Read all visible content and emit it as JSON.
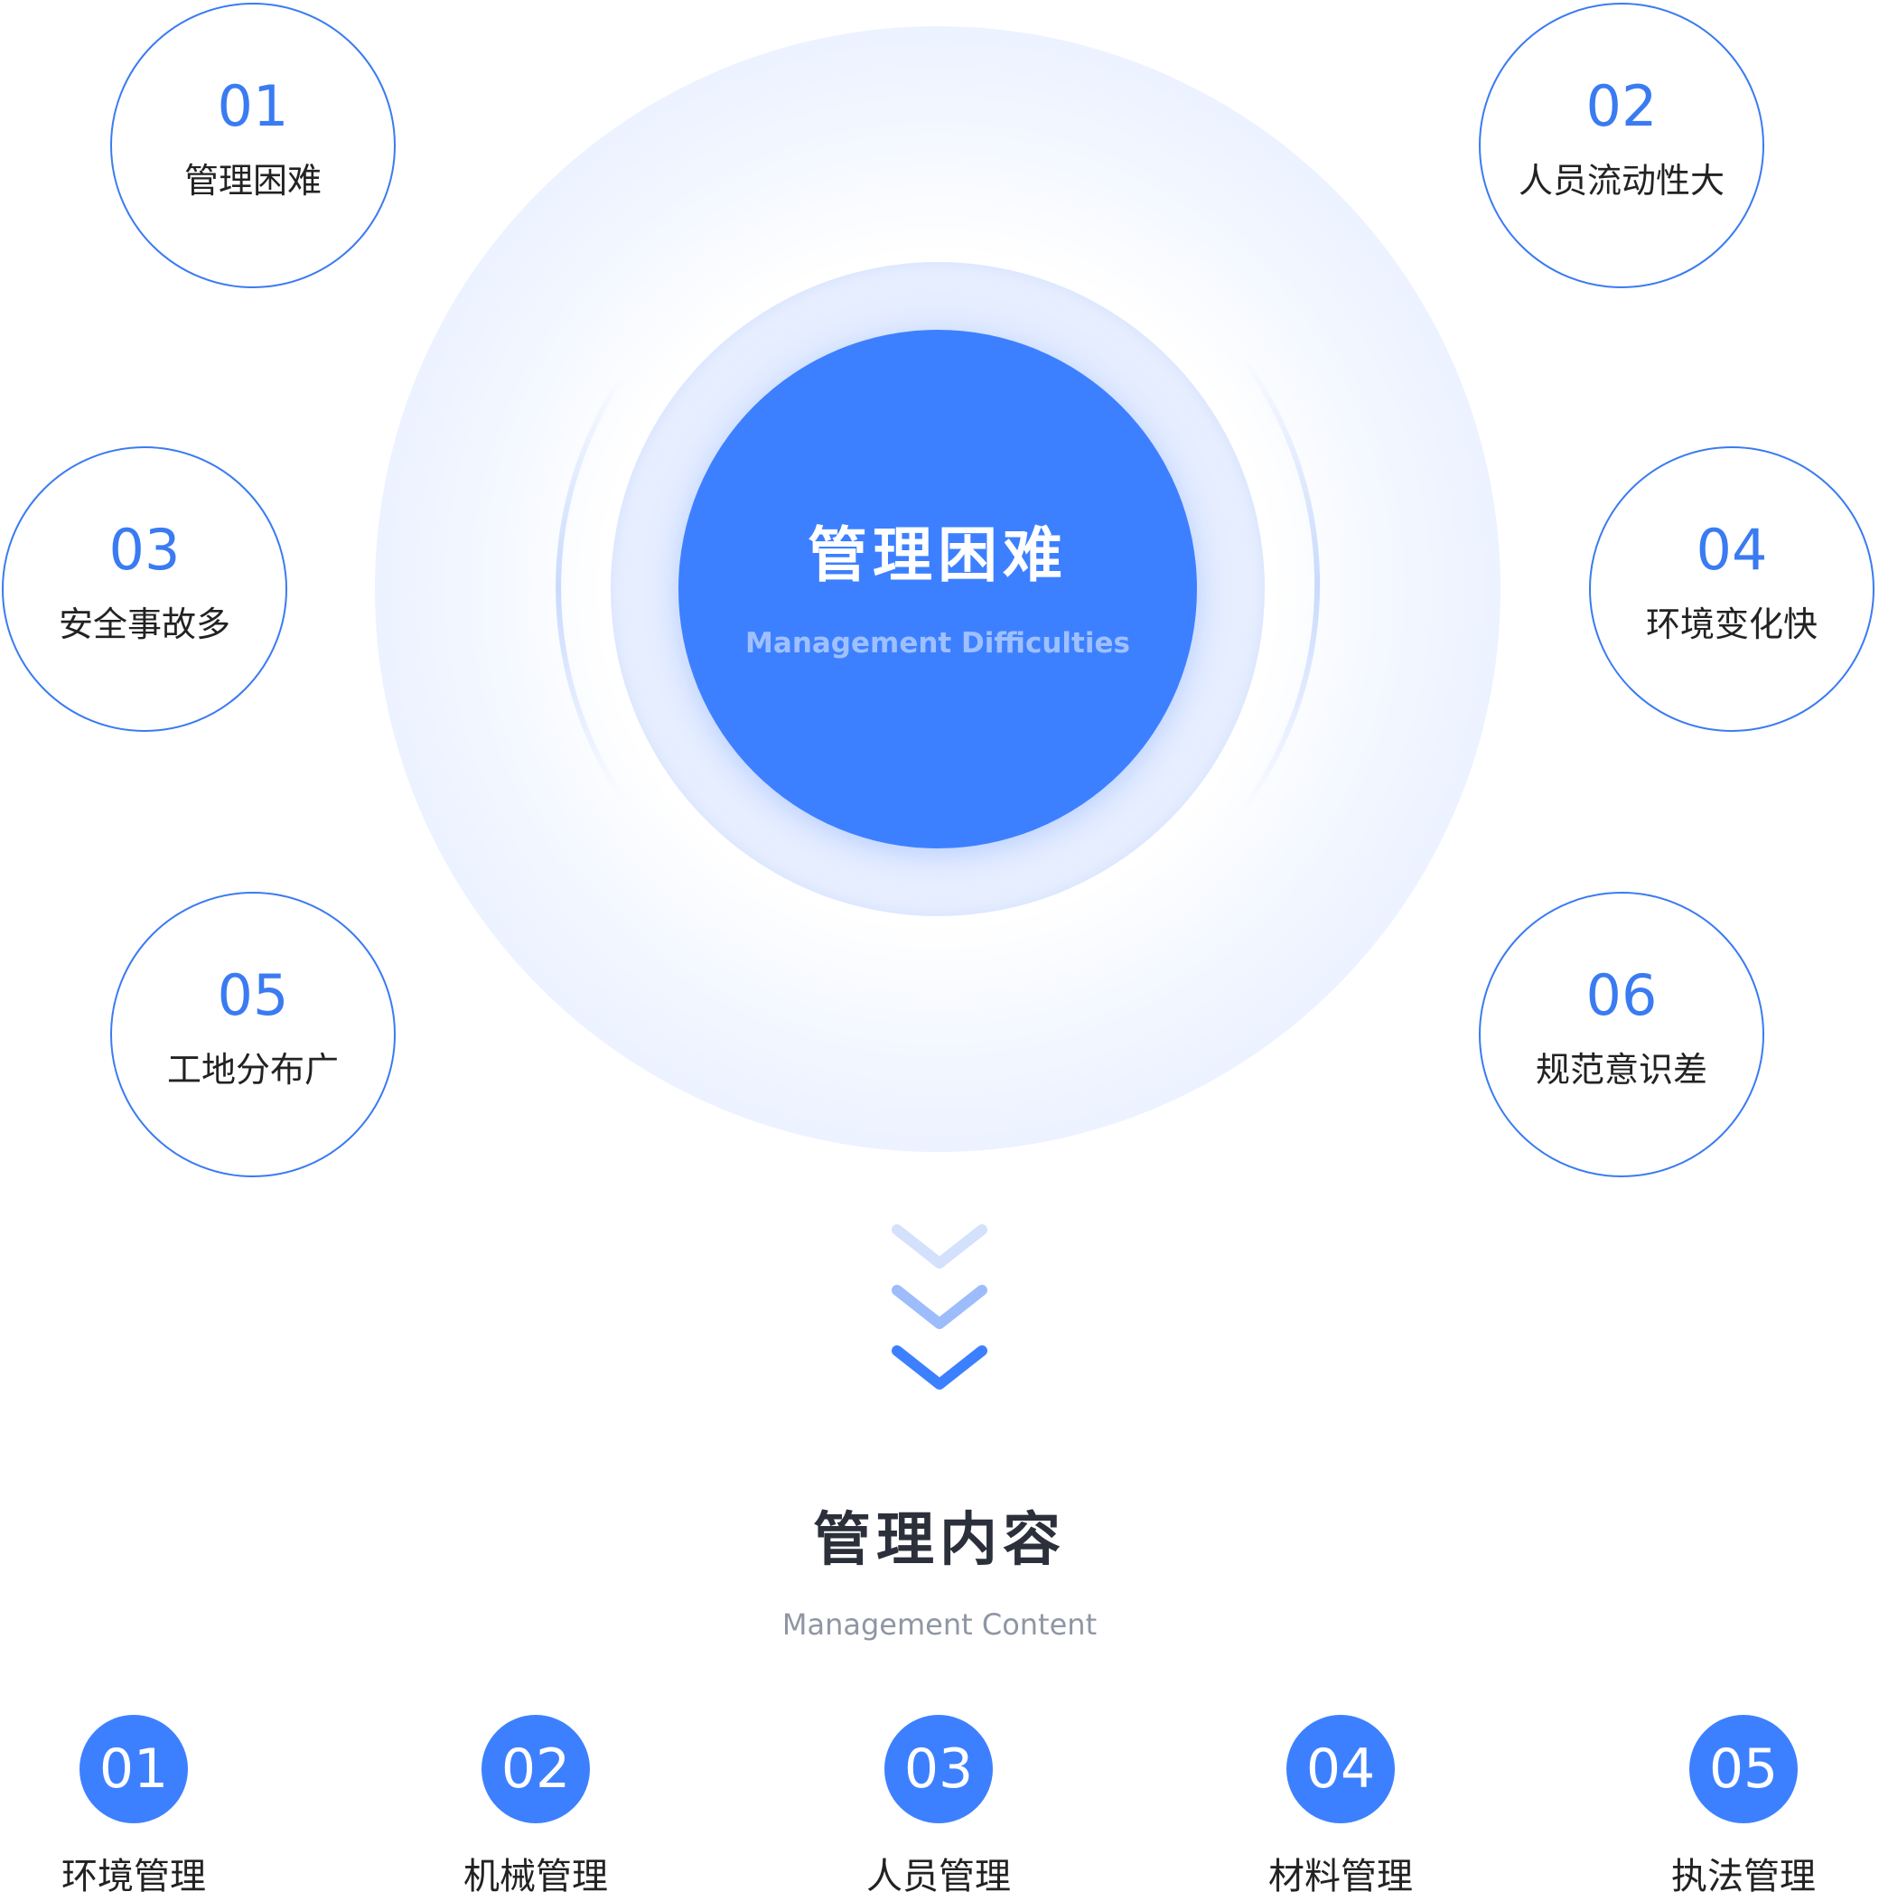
{
  "center": {
    "title": "管理困难",
    "subtitle": "Management Difficulties"
  },
  "difficulties": [
    {
      "num": "01",
      "label": "管理困难"
    },
    {
      "num": "02",
      "label": "人员流动性大"
    },
    {
      "num": "03",
      "label": "安全事故多"
    },
    {
      "num": "04",
      "label": "环境变化快"
    },
    {
      "num": "05",
      "label": "工地分布广"
    },
    {
      "num": "06",
      "label": "规范意识差"
    }
  ],
  "section": {
    "title": "管理内容",
    "subtitle": "Management Content"
  },
  "contents": [
    {
      "num": "01",
      "label": "环境管理"
    },
    {
      "num": "02",
      "label": "机械管理"
    },
    {
      "num": "03",
      "label": "人员管理"
    },
    {
      "num": "04",
      "label": "材料管理"
    },
    {
      "num": "05",
      "label": "执法管理"
    }
  ],
  "colors": {
    "accent": "#3d80ff",
    "bubble_border": "#3a7bf2",
    "text_dark": "#222222",
    "text_muted": "#8f96a3"
  }
}
